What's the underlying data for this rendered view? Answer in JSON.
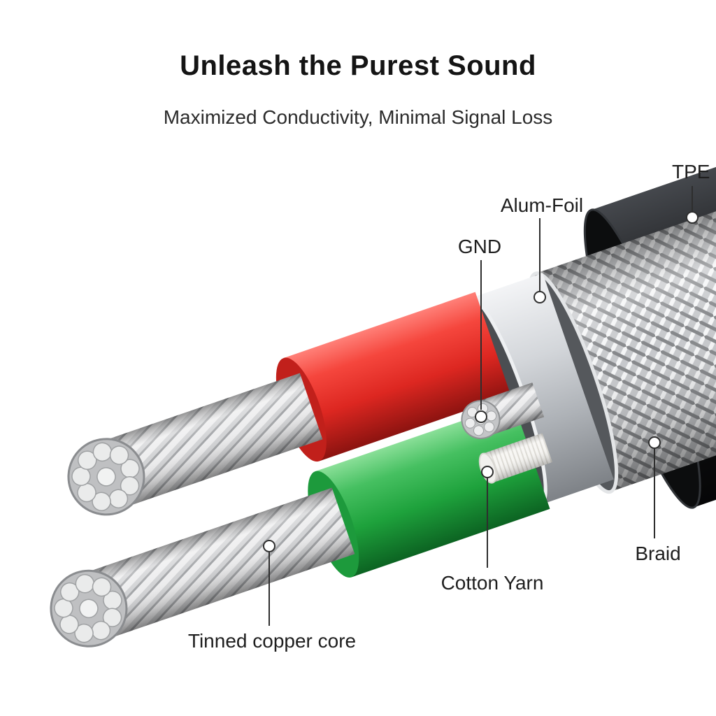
{
  "header": {
    "title": "Unleash the Purest Sound",
    "subtitle": "Maximized Conductivity, Minimal Signal Loss"
  },
  "diagram": {
    "type": "cable-cutaway-diagram",
    "labels": {
      "tpe": "TPE",
      "alum_foil": "Alum-Foil",
      "gnd": "GND",
      "braid": "Braid",
      "cotton_yarn": "Cotton Yarn",
      "tinned_copper_core": "Tinned copper core"
    },
    "colors": {
      "background": "#ffffff",
      "jacket_black": "#0c0d0e",
      "braid_silver": "#c6c8cb",
      "foil_gray": "#c7cacd",
      "wire_red": "#dd2721",
      "wire_green": "#1ea23c",
      "strand_silver": "#d2d3d5",
      "cotton_white": "#f7f6f3",
      "callout_line": "#2e2e2e"
    }
  }
}
